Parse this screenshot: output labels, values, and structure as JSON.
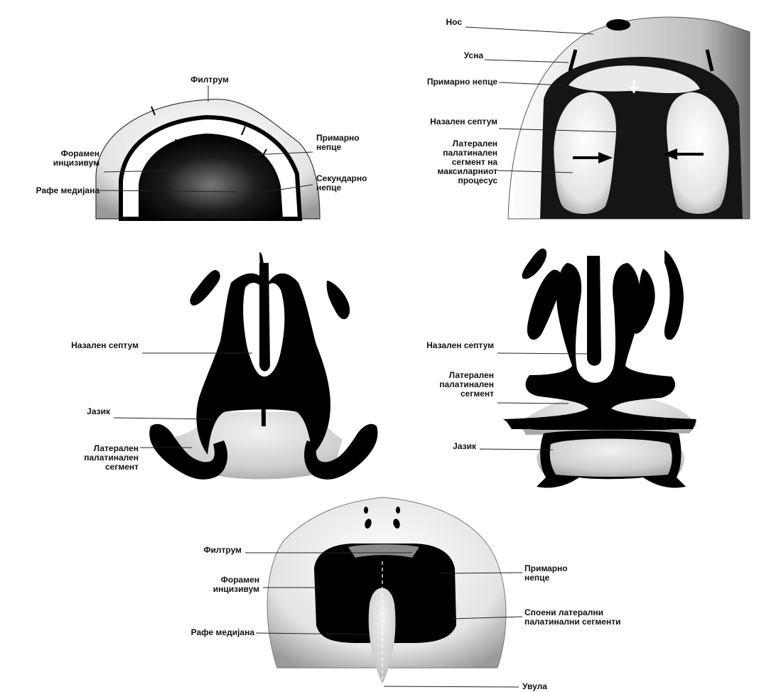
{
  "panel_a": {
    "filtrum": "Филтрум",
    "foramen": "Форамен\nинцизивум",
    "rafe": "Рафе медијана",
    "primarno": "Примарно\nнепце",
    "sekundarno": "Секундарно\nнепце"
  },
  "panel_b": {
    "nos": "Нос",
    "usna": "Усна",
    "primarno": "Примарно непце",
    "nazalen": "Назален септум",
    "lateralen": "Латерален\nпалатинален\nсегмент на\nмаксиларниот\nпроцесус"
  },
  "panel_c": {
    "nazalen": "Назален септум",
    "jazik": "Јазик",
    "lateralen": "Латерален\nпалатинален\nсегмент"
  },
  "panel_d": {
    "nazalen": "Назален септум",
    "lateralen": "Латерален\nпалатинален\nсегмент",
    "jazik": "Јазик"
  },
  "panel_e": {
    "filtrum": "Филтрум",
    "foramen": "Форамен\nинцизивум",
    "rafe": "Рафе медијана",
    "primarno": "Примарно\nнепце",
    "spoeni": "Споени латерални\nпалатинални сегменти",
    "uvula": "Увула"
  }
}
